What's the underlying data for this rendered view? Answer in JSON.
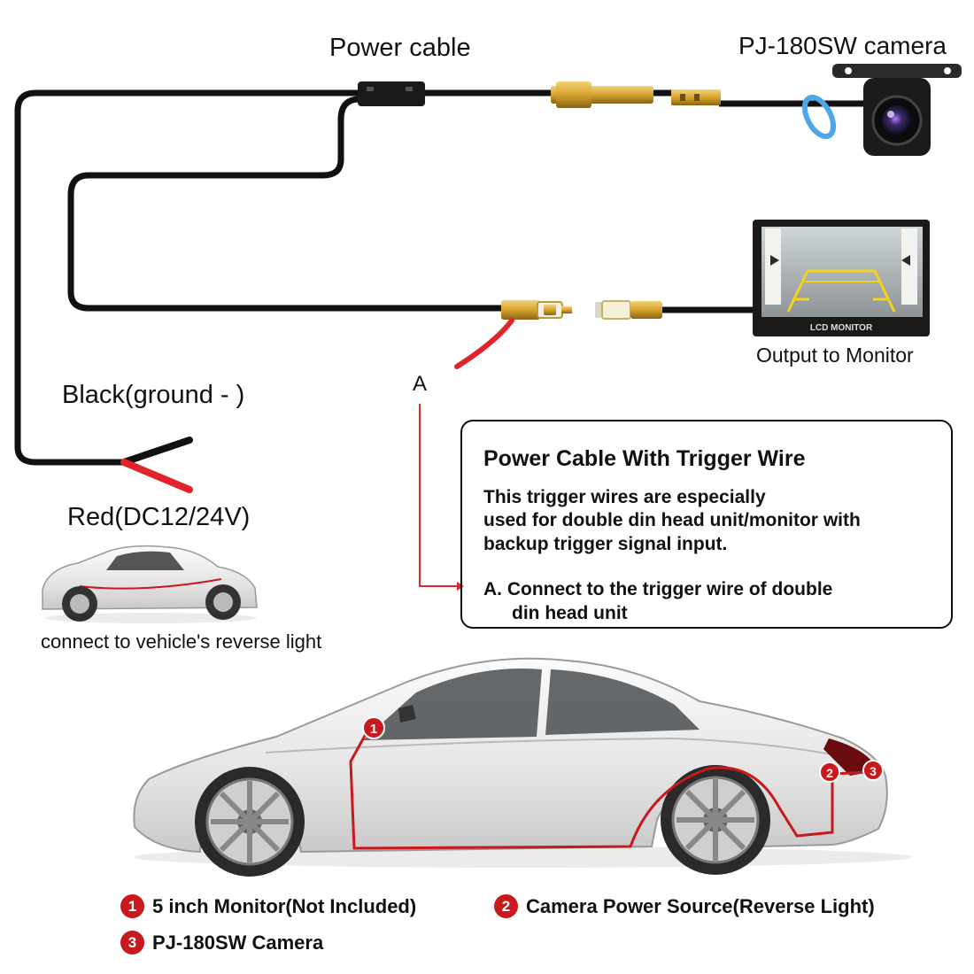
{
  "labels": {
    "power_cable": "Power cable",
    "camera": "PJ-180SW camera",
    "output": "Output to Monitor",
    "point_a": "A",
    "black_wire": "Black(ground - )",
    "red_wire": "Red(DC12/24V)",
    "reverse_light": "connect to vehicle's reverse light",
    "lcd_monitor": "LCD MONITOR"
  },
  "callout": {
    "title": "Power Cable With Trigger Wire",
    "line1": "This  trigger wires are especially",
    "line2": "used for double din head unit/monitor with",
    "line3": "backup trigger signal input.",
    "line4": "A. Connect to the trigger wire of double",
    "line5": "din head unit"
  },
  "car_markers": [
    "1",
    "2",
    "3"
  ],
  "legend": [
    {
      "num": "1",
      "text": "5 inch Monitor(Not Included)"
    },
    {
      "num": "2",
      "text": "Camera Power Source(Reverse Light)"
    },
    {
      "num": "3",
      "text": "PJ-180SW Camera"
    }
  ],
  "colors": {
    "cable": "#111111",
    "red_wire": "#e0242a",
    "trigger_line": "#e0242a",
    "marker": "#c8191c",
    "connector_gold": "#d6a32c"
  }
}
